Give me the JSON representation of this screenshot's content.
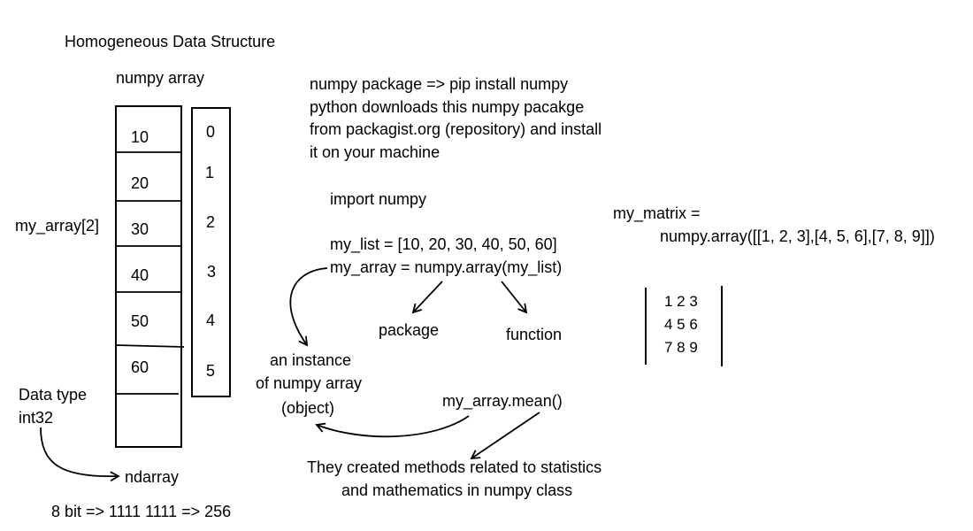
{
  "title": "Homogeneous Data Structure",
  "array_label": "numpy array",
  "array_values": [
    "10",
    "20",
    "30",
    "40",
    "50",
    "60"
  ],
  "indices": [
    "0",
    "1",
    "2",
    "3",
    "4",
    "5"
  ],
  "index_label": "my_array[2]",
  "dtype": {
    "line1": "Data type",
    "line2": "int32"
  },
  "ndarray_label": "ndarray",
  "bit_note": "8 bit => 1111 1111 => 256",
  "install_notes": [
    "numpy package => pip install numpy",
    "python downloads this numpy pacakge",
    "from packagist.org (repository) and install",
    "it on your machine"
  ],
  "code": {
    "import": "import numpy",
    "list": "my_list = [10, 20, 30, 40, 50, 60]",
    "array": "my_array = numpy.array(my_list)"
  },
  "annotations": {
    "package": "package",
    "function": "function",
    "instance": [
      "an instance",
      "of numpy array",
      "(object)"
    ],
    "mean": "my_array.mean()",
    "methods": [
      "They created methods related to statistics",
      "and mathematics in numpy class"
    ]
  },
  "matrix": {
    "assign": "my_matrix =",
    "call": "numpy.array([[1, 2, 3],[4, 5, 6],[7, 8, 9]])",
    "rows": [
      "1 2 3",
      "4 5 6",
      "7 8 9"
    ]
  }
}
